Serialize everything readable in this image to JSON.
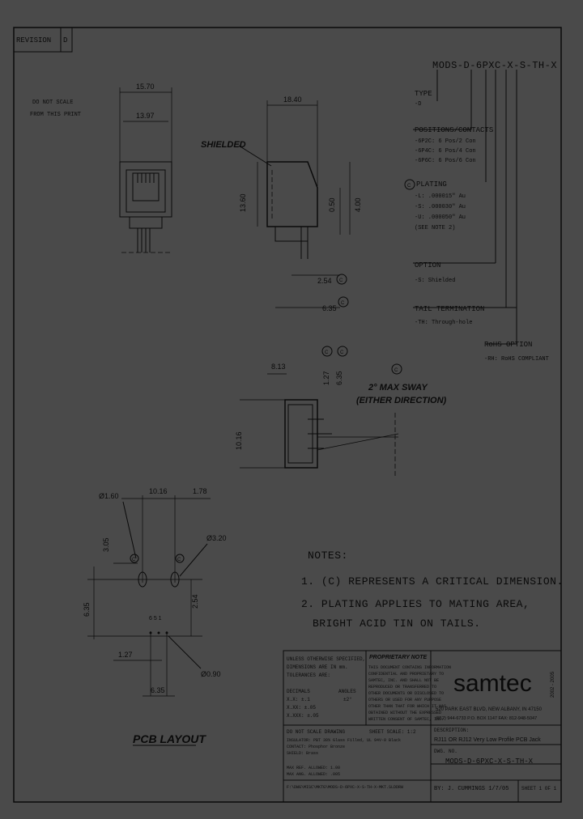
{
  "revision": {
    "label": "REVISION",
    "value": "D"
  },
  "part_number_template": "MODS-D-6PXC-X-S-TH-X",
  "scale_note": {
    "line1": "DO NOT SCALE",
    "line2": "FROM THIS PRINT"
  },
  "front_view": {
    "width_outer": "15.70",
    "width_inner": "13.97"
  },
  "side_view": {
    "length": "18.40",
    "height": "13.60",
    "pin_a": "0.50",
    "pin_b": "4.00",
    "pitch": "2.54",
    "spacing": "6.35",
    "shielded_label": "SHIELDED"
  },
  "top_view": {
    "d1": "8.13",
    "d2": "1.27",
    "d3": "6.35",
    "d4": "10.16",
    "sway_line1": "2° MAX SWAY",
    "sway_line2": "(EITHER DIRECTION)"
  },
  "ordering": {
    "type_header": "TYPE",
    "type_value": "-D",
    "positions_header": "POSITIONS/CONTACTS",
    "positions": [
      "-6P2C: 6 Pos/2 Con",
      "-6P4C: 6 Pos/4 Con",
      "-6P6C: 6 Pos/6 Con"
    ],
    "plating_header": "PLATING",
    "plating": [
      "-L: .000015\" Au",
      "-S: .000030\" Au",
      "-U: .000050\" Au",
      "(SEE NOTE 2)"
    ],
    "option_header": "OPTION",
    "option_value": "-S: Shielded",
    "tail_header": "TAIL TERMINATION",
    "tail_value": "-TH: Through-hole",
    "rohs_header": "RoHS OPTION",
    "rohs_value": "-RH: RoHS COMPLIANT"
  },
  "pcb_layout": {
    "hole1": "Ø1.60",
    "span": "10.16",
    "offset": "1.78",
    "y1": "3.05",
    "hole2": "Ø3.20",
    "y2": "6.35",
    "y3": "2.54",
    "x1": "1.27",
    "x2": "6.35",
    "hole3": "Ø0.90",
    "title": "PCB LAYOUT",
    "pin_marks": "6 5 1"
  },
  "notes": {
    "title": "NOTES:",
    "n1": "1. (C) REPRESENTS A CRITICAL DIMENSION.",
    "n2a": "2. PLATING APPLIES TO MATING AREA,",
    "n2b": "BRIGHT ACID TIN ON TAILS."
  },
  "title_block": {
    "tolerance": [
      "UNLESS OTHERWISE SPECIFIED,",
      "DIMENSIONS ARE IN mm.",
      "TOLERANCES ARE:"
    ],
    "decimals": [
      "DECIMALS",
      "X.X: ±.1",
      "X.XX: ±.05",
      "X.XXX: ±.05"
    ],
    "angles": [
      "ANGLES",
      "±2°"
    ],
    "proprietary_title": "PROPRIETARY NOTE",
    "proprietary_text": [
      "THIS DOCUMENT CONTAINS INFORMATION",
      "CONFIDENTIAL AND PROPRIETARY TO",
      "SAMTEC, INC. AND SHALL NOT BE",
      "REPRODUCED OR TRANSFERRED TO",
      "OTHER DOCUMENTS OR DISCLOSED TO",
      "OTHERS OR USED FOR ANY PURPOSE",
      "OTHER THAN THAT FOR WHICH IT WAS",
      "OBTAINED WITHOUT THE EXPRESSED",
      "WRITTEN CONSENT OF SAMTEC, INC."
    ],
    "logo": "samtec",
    "address1": "520 PARK EAST BLVD, NEW ALBANY, IN 47150",
    "address2": "(812) 944-6733  P.O. BOX 1147  FAX: 812-948-5047",
    "year": "2002 - 2005",
    "do_not_scale": "DO NOT SCALE DRAWING",
    "sheet_scale": "SHEET SCALE: 1:2",
    "materials": [
      "INSULATOR: PBT 30% Glass Filled, UL 94V-0 Black",
      "CONTACT: Phosphor Bronze",
      "SHIELD: Brass"
    ],
    "description_label": "DESCRIPTION:",
    "description": "RJ11 OR RJ12 Very Low Profile PCB Jack",
    "dwg_label": "DWG. NO.",
    "dwg_no": "MODS-D-6PXC-X-S-TH-X",
    "file_lines": [
      "MAX REF. ALLOWED: 1.00",
      "MAX ANG. ALLOWED: .005"
    ],
    "file_path": "F:\\DWG\\MISC\\MKTG\\MODS-D-6PXC-X-S-TH-X-MKT.SLDDRW",
    "by": "BY: J. CUMMINGS  1/7/05",
    "sheet": "SHEET 1 OF 1"
  }
}
